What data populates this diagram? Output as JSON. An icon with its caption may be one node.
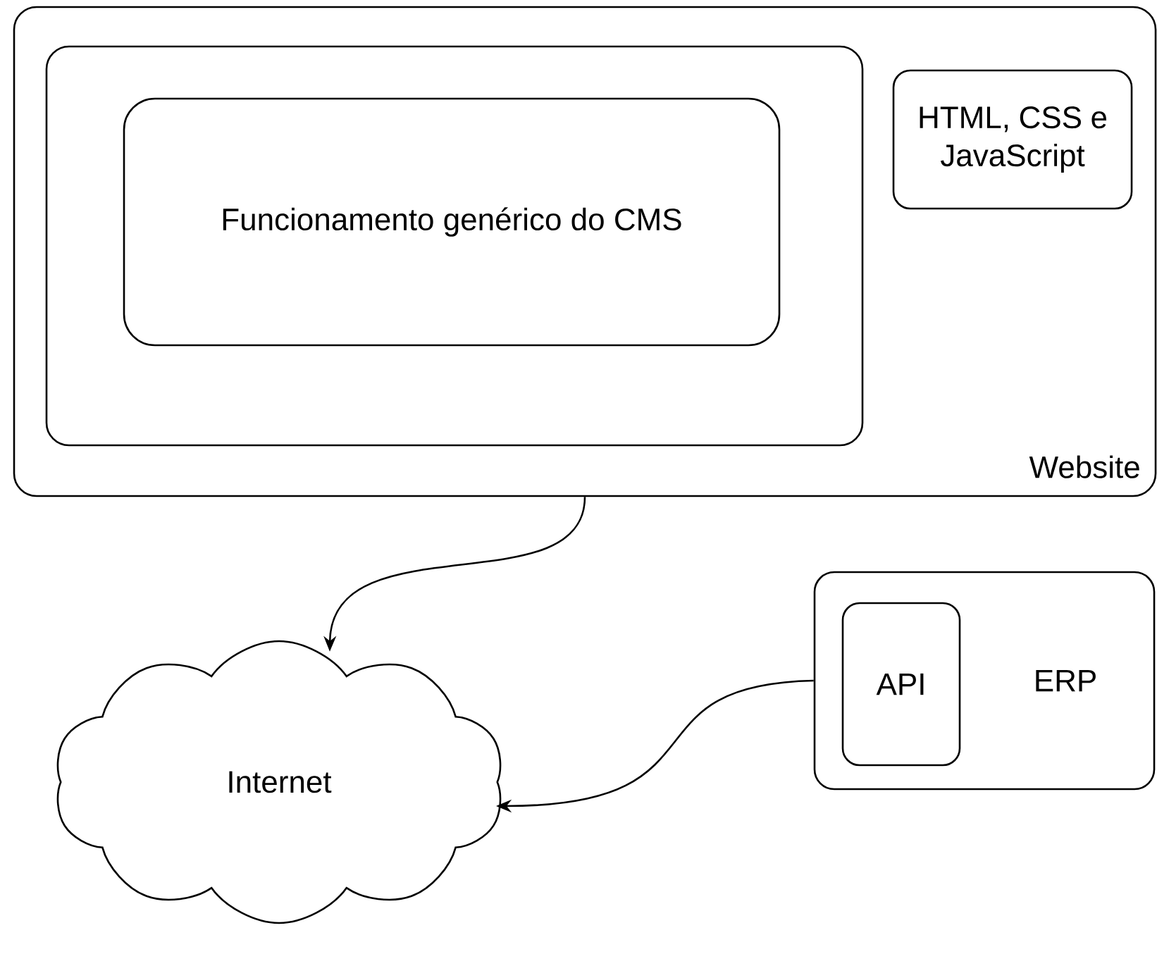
{
  "diagram": {
    "nodes": [
      {
        "text": [
          "Website"
        ]
      },
      {
        "text": [],
        "shape": "box",
        "in": 0
      },
      {
        "text": [
          "Funcionamento genérico do CMS"
        ],
        "in": 1
      },
      {
        "text": [
          "HTML, CSS e JavaScript"
        ],
        "in": 0
      },
      {
        "text": [
          "ERP"
        ]
      },
      {
        "text": [
          "API"
        ],
        "in": 4
      },
      {
        "text": [
          "Internet"
        ]
      }
    ],
    "edges": [
      {
        "from": 0,
        "to": 6,
        "arrow": "to"
      },
      {
        "from": 4,
        "to": 6,
        "arrow": "to"
      }
    ]
  }
}
